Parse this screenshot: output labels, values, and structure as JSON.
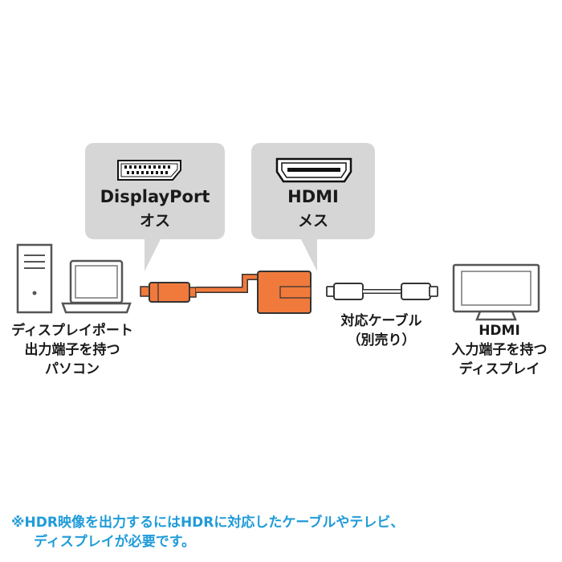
{
  "bubbles": {
    "dp": {
      "title": "DisplayPort",
      "subtitle": "オス",
      "icon": "displayport-connector-icon"
    },
    "hdmi": {
      "title": "HDMI",
      "subtitle": "メス",
      "icon": "hdmi-connector-icon"
    }
  },
  "devices": {
    "pc": {
      "icon": "desktop-and-laptop-icon",
      "lines": [
        "ディスプレイポート",
        "出力端子を持つ",
        "パソコン"
      ]
    },
    "cable": {
      "icon": "hdmi-cable-icon",
      "lines": [
        "対応ケーブル",
        "（別売り）"
      ]
    },
    "tv": {
      "icon": "television-icon",
      "lines": [
        "HDMI",
        "入力端子を持つ",
        "ディスプレイ"
      ]
    }
  },
  "adapter": {
    "icon": "dp-to-hdmi-adapter-icon"
  },
  "note": {
    "lines": [
      "※HDR映像を出力するにはHDRに対応したケーブルやテレビ、",
      "ディスプレイが必要です。"
    ]
  },
  "colors": {
    "bubble": "#d6d6d6",
    "adapter": "#f07a3c",
    "note": "#1f9bd8",
    "device_outline": "#555555"
  }
}
